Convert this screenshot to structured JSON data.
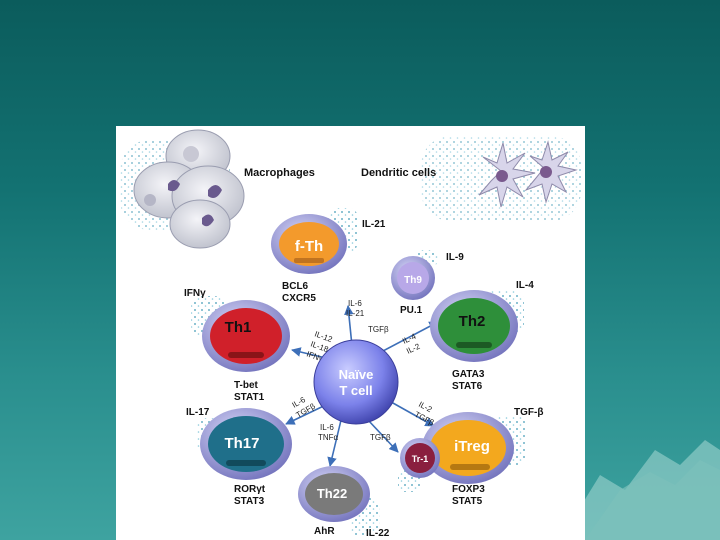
{
  "header": {
    "macrophages": "Macrophages",
    "dendritic": "Dendritic cells"
  },
  "cells": {
    "fth": "f-Th",
    "th9": "Th9",
    "th1": "Th1",
    "th2": "Th2",
    "naive_line1": "Naïve",
    "naive_line2": "T cell",
    "th17": "Th17",
    "itreg": "iTreg",
    "tr1": "Tr-1",
    "th22": "Th22"
  },
  "cytokines": {
    "il21": "IL-21",
    "il9": "IL-9",
    "ifng": "IFNγ",
    "il4": "IL-4",
    "il17": "IL-17",
    "tgfb": "TGF-β",
    "il22": "IL-22"
  },
  "factors": {
    "bcl6": "BCL6",
    "cxcr5": "CXCR5",
    "pu1": "PU.1",
    "tbet": "T-bet",
    "stat1": "STAT1",
    "gata3": "GATA3",
    "stat6": "STAT6",
    "rorgt": "RORγt",
    "stat3": "STAT3",
    "foxp3": "FOXP3",
    "stat5": "STAT5",
    "ahr": "AhR"
  },
  "inducers": {
    "il6_il21_a": "IL-6",
    "il6_il21_b": "IL-21",
    "tgfb_th9": "TGFβ",
    "th1_a": "IL-12",
    "th1_b": "IL-18",
    "th1_c": "IFNγ",
    "th2_a": "IL-4",
    "th2_b": "IL-2",
    "th17_a": "IL-6",
    "th17_b": "TGFβ",
    "itreg_a": "IL-2",
    "itreg_b": "TGFβ",
    "th22_a": "IL-6",
    "th22_b": "TNFα",
    "tr1_tgfb": "TGFβ"
  },
  "colors": {
    "background": "#137272",
    "fth": "#f39a2c",
    "th9": "#b8a8e8",
    "th1": "#d0202a",
    "th2": "#2e8f3a",
    "naive": "#8a8ef0",
    "th17": "#1f6f8a",
    "itreg": "#f3a81e",
    "tr1": "#8a1f3f",
    "th22": "#7a7a7a",
    "arrow": "#3d6fb8"
  }
}
